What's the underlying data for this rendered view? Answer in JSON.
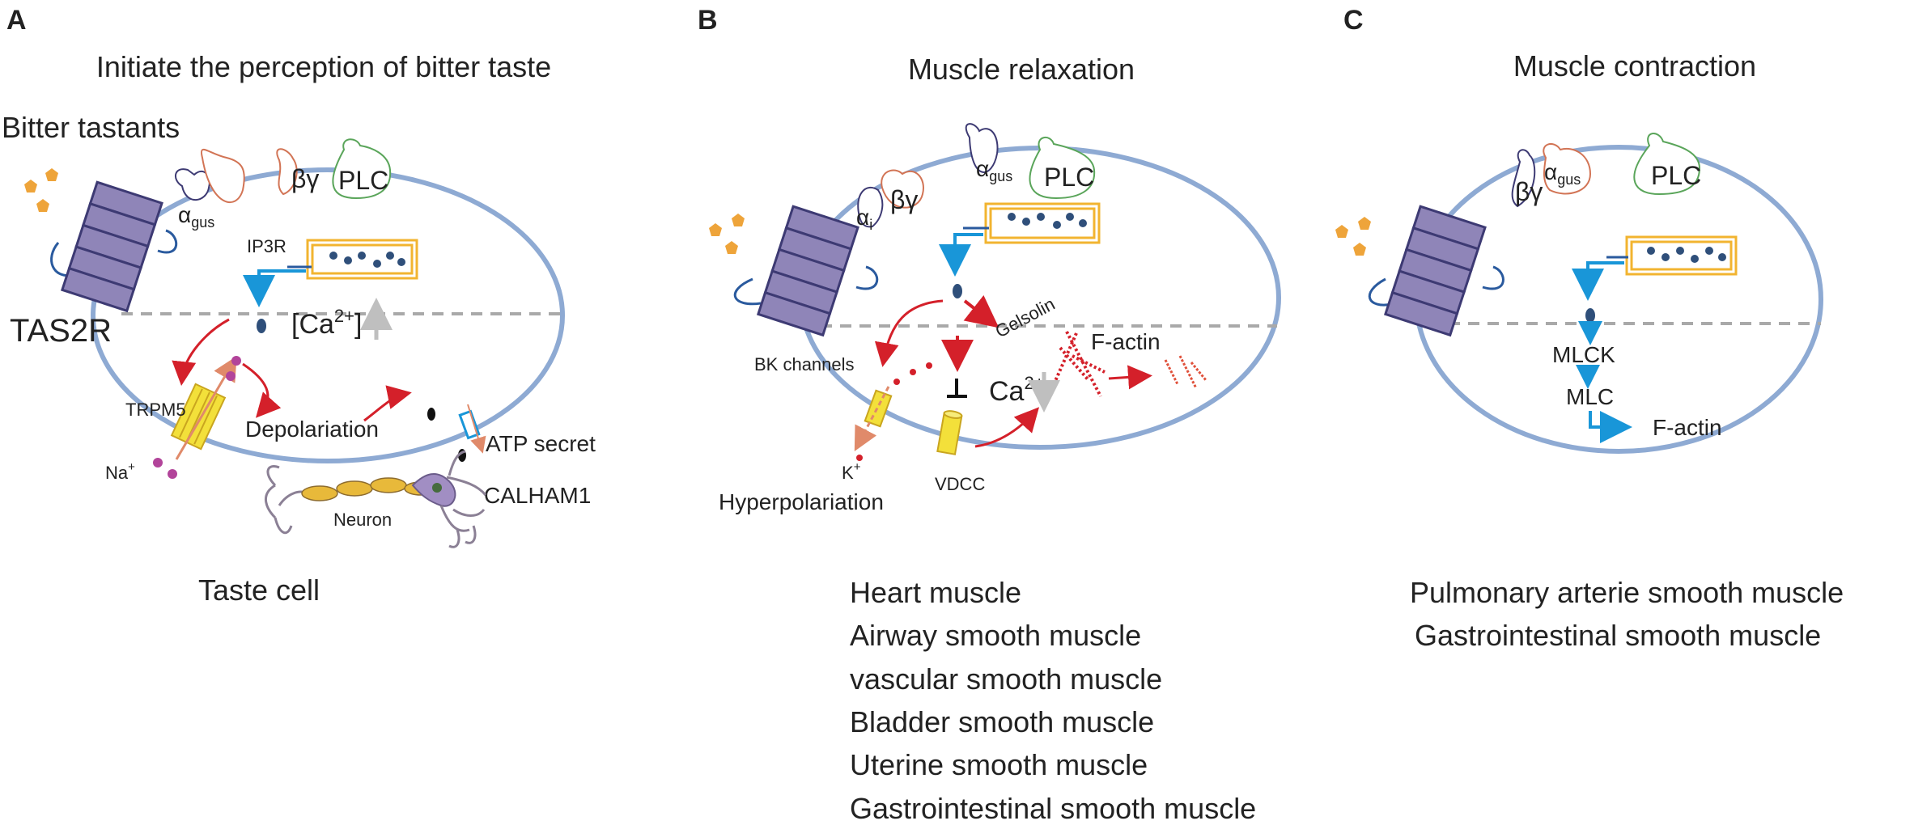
{
  "panels": {
    "a": {
      "letter": "A",
      "title": "Initiate the perception of bitter taste",
      "tastants": "Bitter tastants",
      "receptor": "TAS2R",
      "alpha": "α",
      "alpha_sub": "gus",
      "beta_gamma": "βγ",
      "plc": "PLC",
      "ip3r": "IP3R",
      "ca_open": "[Ca",
      "ca_sup": "2+",
      "ca_close": "]",
      "trpm5": "TRPM5",
      "na": "Na",
      "na_sup": "+",
      "depolarization": "Depolariation",
      "atp": "ATP secret",
      "calham": "CALHAM1",
      "neuron": "Neuron",
      "caption": "Taste cell"
    },
    "b": {
      "letter": "B",
      "title": "Muscle relaxation",
      "alpha_i": "α",
      "alpha_i_sub": "i",
      "beta_gamma": "βγ",
      "alpha": "α",
      "alpha_sub": "gus",
      "plc": "PLC",
      "bk": "BK channels",
      "gelsolin": "Gelsolin",
      "factin": "F-actin",
      "ca": "Ca",
      "ca_sup": "2+",
      "k": "K",
      "k_sup": "+",
      "hyperpolarization": "Hyperpolariation",
      "vdcc": "VDCC",
      "tissues": [
        "Heart muscle",
        "Airway smooth muscle",
        "vascular smooth muscle",
        "Bladder smooth muscle",
        "Uterine smooth muscle",
        "Gastrointestinal smooth muscle"
      ]
    },
    "c": {
      "letter": "C",
      "title": "Muscle contraction",
      "beta_gamma": "βγ",
      "alpha": "α",
      "alpha_sub": "gus",
      "plc": "PLC",
      "mlck": "MLCK",
      "mlc": "MLC",
      "factin": "F-actin",
      "tissues": [
        "Pulmonary arterie smooth muscle",
        "Gastrointestinal smooth muscle"
      ]
    }
  },
  "colors": {
    "membrane": "#8eaad3",
    "receptor_fill": "#8f85b8",
    "receptor_stroke": "#3d3a73",
    "tastant": "#eea43a",
    "red_arrow": "#d4202a",
    "blue_arrow": "#1996d8",
    "er_gold": "#f2b430",
    "vesicle": "#2f4f7a",
    "channel_yellow": "#f3e03a",
    "magenta_ion": "#b2449a",
    "grey_arrow": "#bfbfbf"
  }
}
